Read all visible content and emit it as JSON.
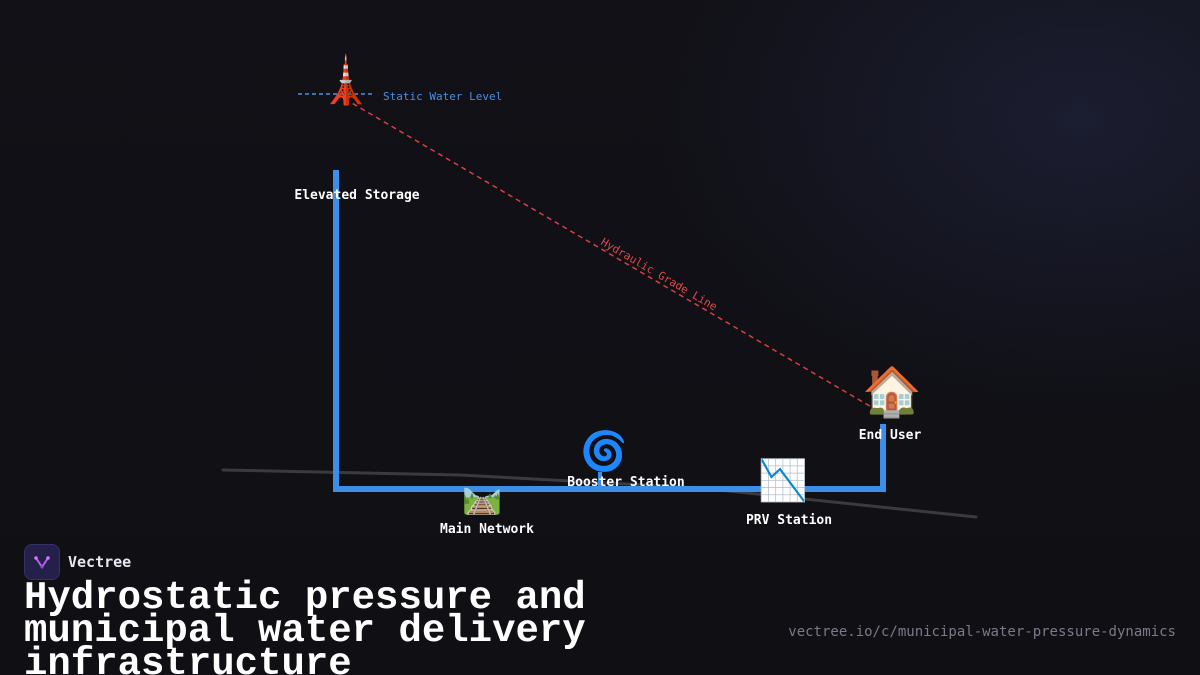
{
  "diagram": {
    "nodes": [
      {
        "id": "elevated-storage",
        "label": "Elevated Storage",
        "icon": "tower-icon",
        "glyph": "🗼"
      },
      {
        "id": "main-network",
        "label": "Main Network",
        "icon": "railway-track-icon",
        "glyph": "🛤️"
      },
      {
        "id": "booster-station",
        "label": "Booster Station",
        "icon": "cyclone-icon",
        "glyph": "🌀"
      },
      {
        "id": "prv-station",
        "label": "PRV Station",
        "icon": "chart-decreasing-icon",
        "glyph": "📉"
      },
      {
        "id": "end-user",
        "label": "End User",
        "icon": "house-icon",
        "glyph": "🏠"
      }
    ],
    "static_water_level_label": "Static Water Level",
    "hydraulic_grade_line_label": "Hydraulic Grade Line",
    "colors": {
      "pipe": "#3d8ee6",
      "static_level": "#4a8fe0",
      "hydraulic_grade_line": "#d84040",
      "terrain": "#3a3a40",
      "background": "#101016"
    }
  },
  "brand": {
    "name": "Vectree",
    "logo_icon": "vectree-logo-icon"
  },
  "headline": "Hydrostatic pressure and municipal water delivery infrastructure",
  "source_url": "vectree.io/c/municipal-water-pressure-dynamics"
}
